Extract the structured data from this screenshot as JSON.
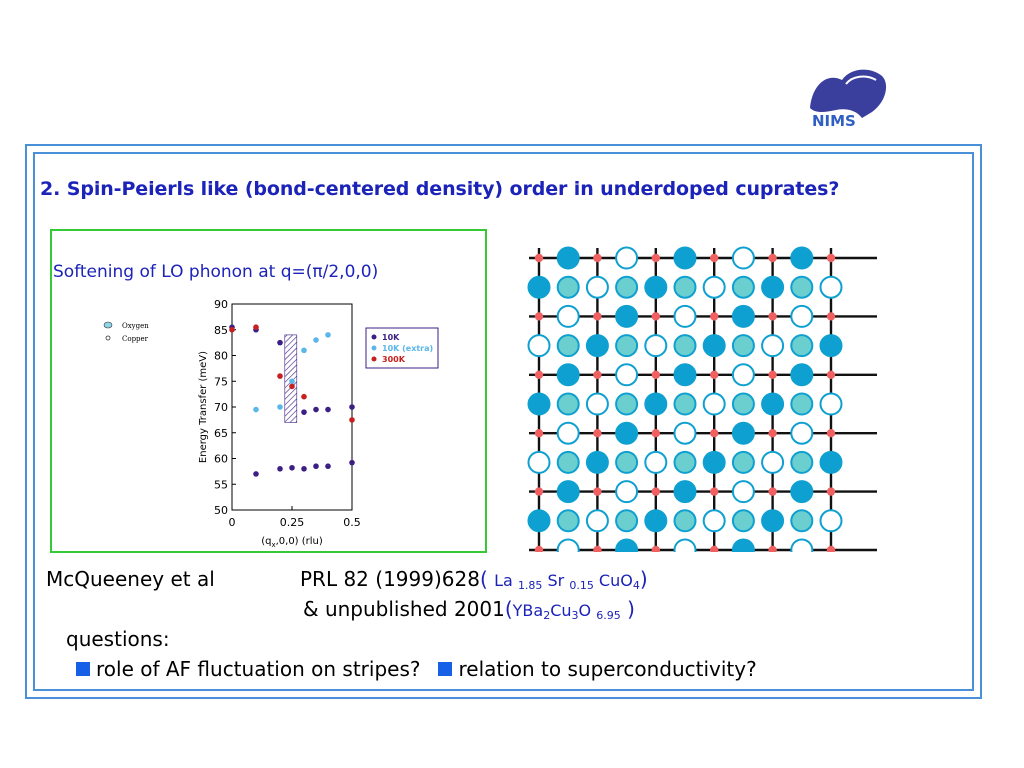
{
  "logo": {
    "text": "NIMS"
  },
  "title": "2. Spin-Peierls like (bond-centered density) order in underdoped cuprates?",
  "panel_caption": "Softening of LO phonon at q=(π/2,0,0)",
  "chart_data": {
    "type": "scatter",
    "xlabel": "(q",
    "xlabel_sub": "x",
    "xlabel_rest": ",0,0) (rlu)",
    "ylabel": "Energy Transfer (meV)",
    "xlim": [
      0,
      0.5
    ],
    "ylim": [
      50,
      90
    ],
    "x_ticks": [
      "0",
      "0.25",
      "0.5"
    ],
    "y_ticks": [
      "50",
      "55",
      "60",
      "65",
      "70",
      "75",
      "80",
      "85",
      "90"
    ],
    "legend_corner": [
      "Oxygen",
      "Copper"
    ],
    "series": [
      {
        "name": "10K",
        "color": "#3b1f85",
        "points": [
          [
            0,
            85.5
          ],
          [
            0.1,
            57
          ],
          [
            0.1,
            85
          ],
          [
            0.2,
            58
          ],
          [
            0.25,
            58.2
          ],
          [
            0.3,
            58
          ],
          [
            0.35,
            58.5
          ],
          [
            0.4,
            58.5
          ],
          [
            0.5,
            59.2
          ],
          [
            0.2,
            82.5
          ],
          [
            0.3,
            69
          ],
          [
            0.35,
            69.5
          ],
          [
            0.4,
            69.5
          ],
          [
            0.5,
            70
          ]
        ]
      },
      {
        "name": "10K (extra)",
        "color": "#5bb6ea",
        "points": [
          [
            0.1,
            69.5
          ],
          [
            0.2,
            70
          ],
          [
            0.3,
            81
          ],
          [
            0.35,
            83
          ],
          [
            0.4,
            84
          ],
          [
            0.25,
            75
          ]
        ]
      },
      {
        "name": "300K",
        "color": "#c62020",
        "points": [
          [
            0,
            85
          ],
          [
            0.1,
            85.5
          ],
          [
            0.2,
            76
          ],
          [
            0.25,
            74
          ],
          [
            0.3,
            72
          ],
          [
            0.5,
            67.5
          ]
        ]
      }
    ]
  },
  "lattice": {
    "rows": 11,
    "cols": 11
  },
  "reference": {
    "author": "McQueeney et al",
    "journal": "PRL 82 (1999)628",
    "paren_open": "( ",
    "formula1_a": "La ",
    "formula1_a_sub": "1.85",
    "formula1_b": " Sr ",
    "formula1_b_sub": "0.15",
    "formula1_c": " CuO",
    "formula1_c_sub": "4",
    "paren_close": ")",
    "unpublished": "& unpublished 2001",
    "formula2_open": "(",
    "formula2_a": "YBa",
    "formula2_a_sub": "2",
    "formula2_b": "Cu",
    "formula2_b_sub": "3",
    "formula2_c": "O ",
    "formula2_c_sub": "6.95",
    "formula2_close": " )"
  },
  "questions": {
    "label": "questions:",
    "q1": "role of AF fluctuation on stripes?",
    "q2": "relation to superconductivity?"
  }
}
